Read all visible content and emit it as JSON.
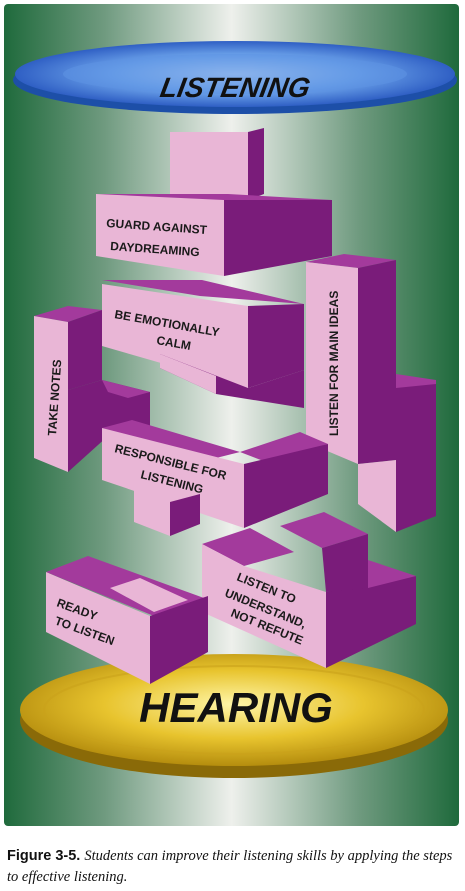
{
  "figure": {
    "top_label": "LISTENING",
    "bottom_label": "HEARING",
    "blocks": {
      "guard": [
        "GUARD AGAINST",
        "DAYDREAMING"
      ],
      "emotional": [
        "BE EMOTIONALLY",
        "CALM"
      ],
      "main_ideas": "LISTEN FOR MAIN IDEAS",
      "notes": "TAKE NOTES",
      "responsible": [
        "RESPONSIBLE FOR",
        "LISTENING"
      ],
      "understand": [
        "LISTEN TO",
        "UNDERSTAND,",
        "NOT REFUTE"
      ],
      "ready": [
        "READY",
        "TO LISTEN"
      ]
    },
    "colors": {
      "block_front": "#e9b6d6",
      "block_side": "#7a1c7a",
      "block_top": "#a33a9c",
      "top_disc": "#2f72d8",
      "bottom_disc": "#d8b61e"
    }
  },
  "caption": {
    "number": "Figure 3-5.",
    "text": "Students can improve their listening skills by applying the steps to effective listening."
  }
}
